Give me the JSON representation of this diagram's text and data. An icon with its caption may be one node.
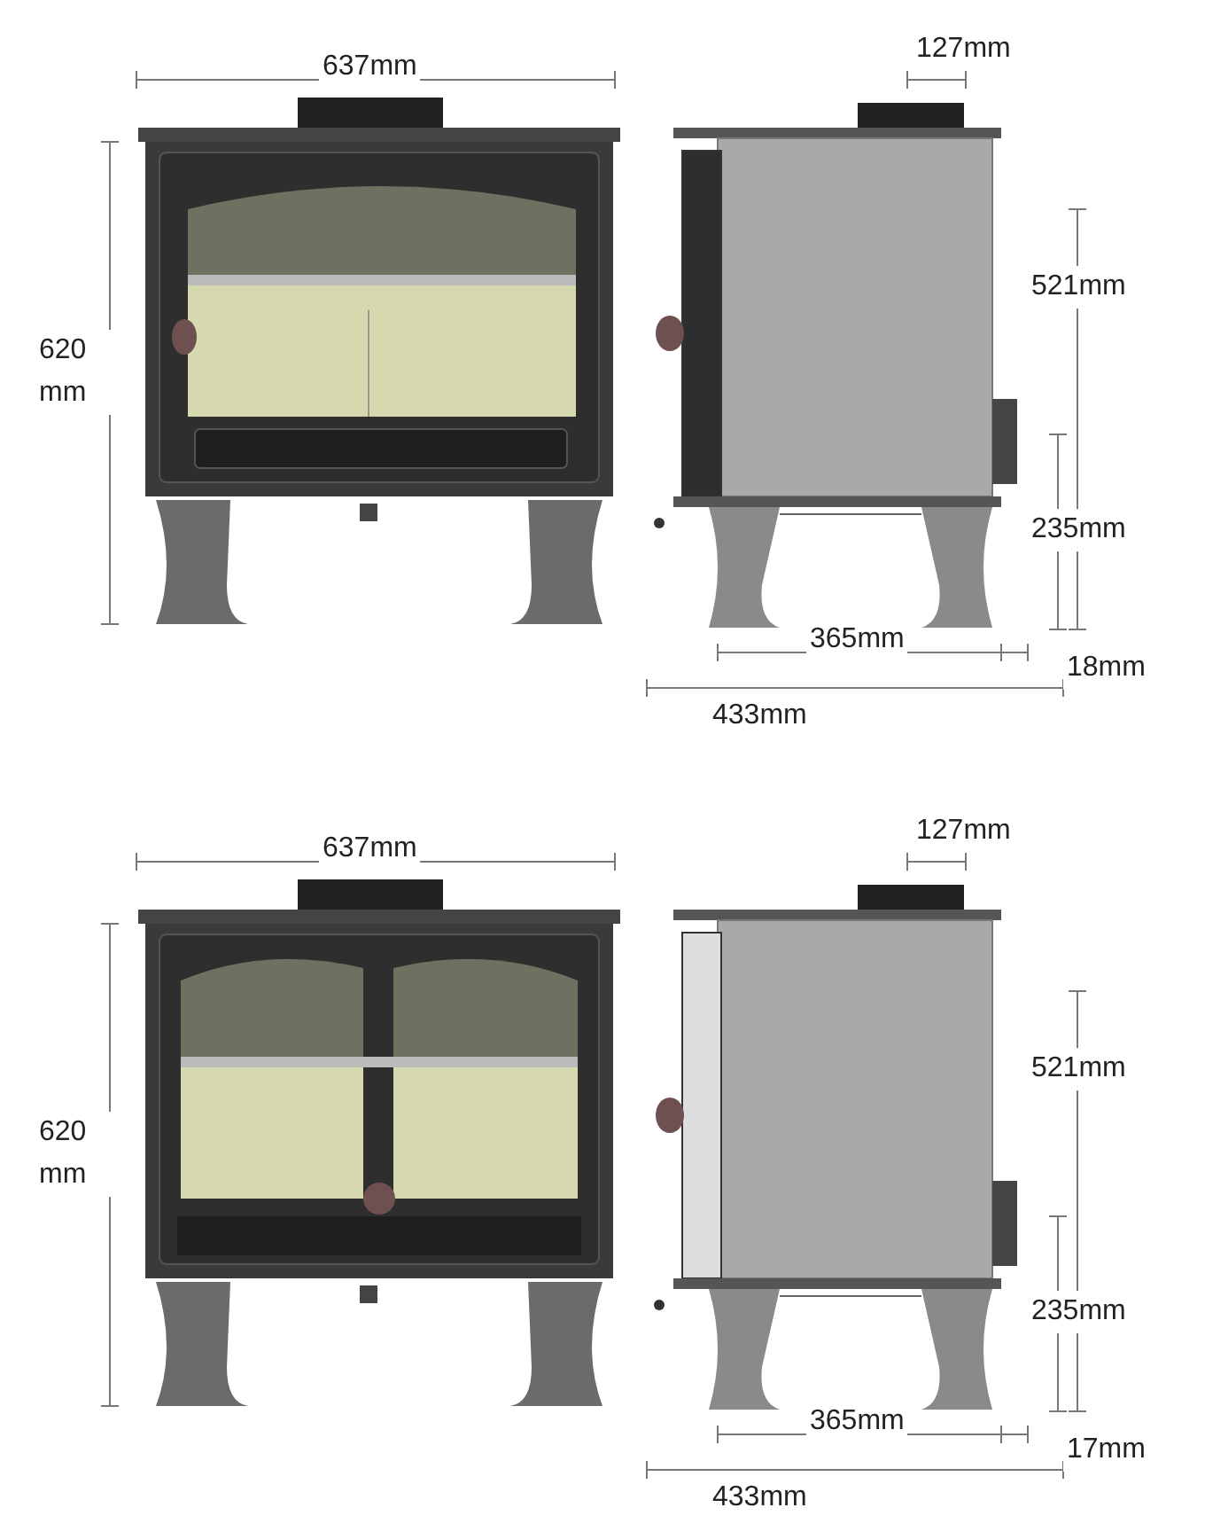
{
  "diagram": {
    "labels": [
      "637mm",
      "127mm",
      "620 mm",
      "521mm",
      "235mm",
      "365mm",
      "18mm",
      "433mm",
      "637mm",
      "127mm",
      "620 mm",
      "521mm",
      "235mm",
      "365mm",
      "17mm",
      "433mm"
    ]
  }
}
